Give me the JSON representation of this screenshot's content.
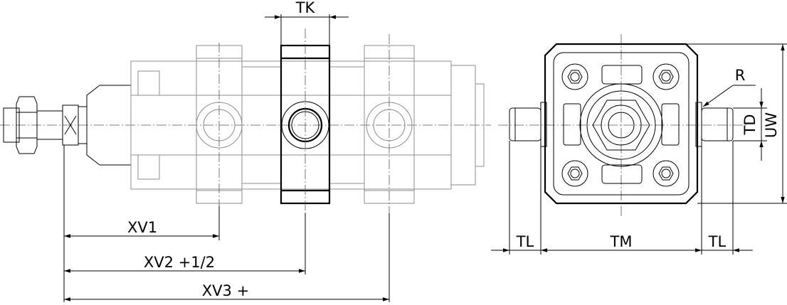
{
  "labels": {
    "tk": "TK",
    "r": "R",
    "td": "TD",
    "uw": "UW",
    "xv1": "XV1",
    "xv2": "XV2  +1/2",
    "xv3": "XV3  +",
    "tl_left": "TL",
    "tm": "TM",
    "tl_right": "TL"
  }
}
